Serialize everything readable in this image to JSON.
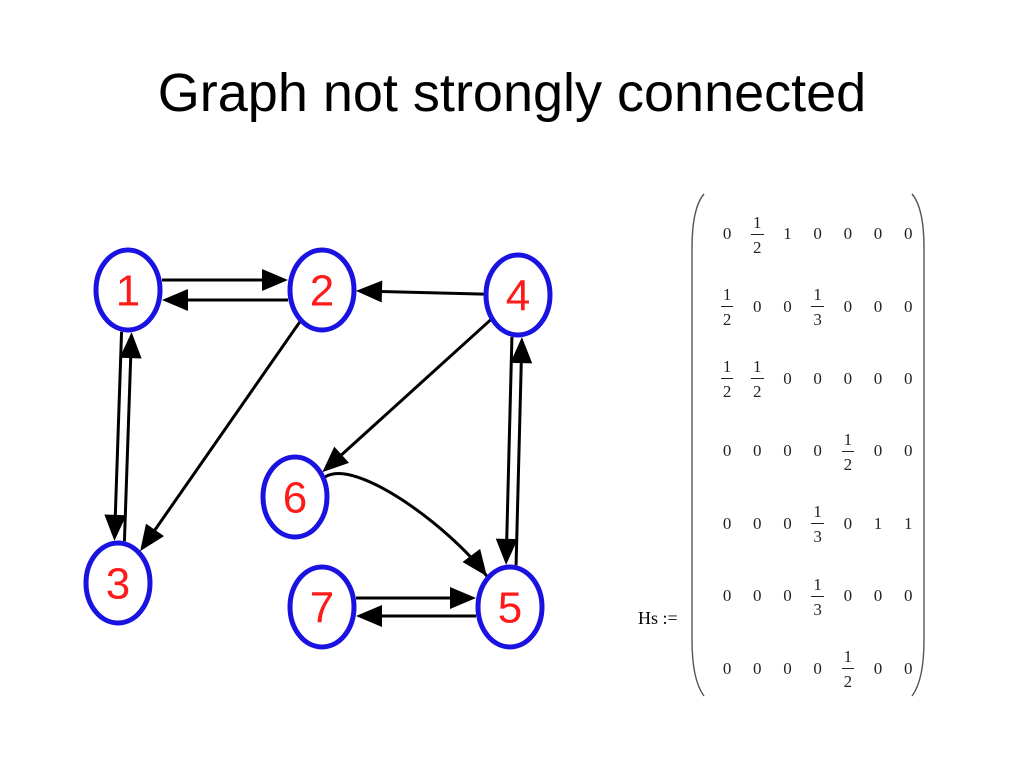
{
  "slide": {
    "title": "Graph not strongly connected"
  },
  "graph": {
    "nodes": [
      {
        "id": "1",
        "label": "1"
      },
      {
        "id": "2",
        "label": "2"
      },
      {
        "id": "3",
        "label": "3"
      },
      {
        "id": "4",
        "label": "4"
      },
      {
        "id": "5",
        "label": "5"
      },
      {
        "id": "6",
        "label": "6"
      },
      {
        "id": "7",
        "label": "7"
      }
    ],
    "edges": [
      {
        "from": "1",
        "to": "2"
      },
      {
        "from": "2",
        "to": "1"
      },
      {
        "from": "1",
        "to": "3"
      },
      {
        "from": "3",
        "to": "1"
      },
      {
        "from": "2",
        "to": "3"
      },
      {
        "from": "4",
        "to": "2"
      },
      {
        "from": "4",
        "to": "6"
      },
      {
        "from": "4",
        "to": "5"
      },
      {
        "from": "5",
        "to": "4"
      },
      {
        "from": "6",
        "to": "5"
      },
      {
        "from": "7",
        "to": "5"
      },
      {
        "from": "5",
        "to": "7"
      }
    ],
    "colors": {
      "node_border": "#1a12e0",
      "node_label": "#ff1a1a",
      "edge": "#000000"
    }
  },
  "matrix": {
    "name": "Hs :=",
    "rows": [
      [
        "0",
        "1/2",
        "1",
        "0",
        "0",
        "0",
        "0"
      ],
      [
        "1/2",
        "0",
        "0",
        "1/3",
        "0",
        "0",
        "0"
      ],
      [
        "1/2",
        "1/2",
        "0",
        "0",
        "0",
        "0",
        "0"
      ],
      [
        "0",
        "0",
        "0",
        "0",
        "1/2",
        "0",
        "0"
      ],
      [
        "0",
        "0",
        "0",
        "1/3",
        "0",
        "1",
        "1"
      ],
      [
        "0",
        "0",
        "0",
        "1/3",
        "0",
        "0",
        "0"
      ],
      [
        "0",
        "0",
        "0",
        "0",
        "1/2",
        "0",
        "0"
      ]
    ]
  }
}
